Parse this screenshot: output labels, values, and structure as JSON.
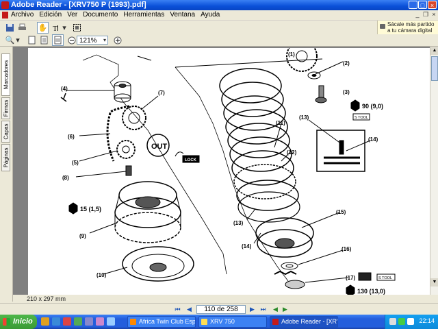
{
  "window": {
    "title": "Adobe Reader - [XRV750 P (1993).pdf]"
  },
  "menu": {
    "items": [
      "Archivo",
      "Edición",
      "Ver",
      "Documento",
      "Herramientas",
      "Ventana",
      "Ayuda"
    ]
  },
  "toolbar": {
    "zoom": "121%"
  },
  "promo": {
    "line1": "Sácale más partido",
    "line2": "a tu cámara digital"
  },
  "sidebar": {
    "tabs": [
      "Marcadores",
      "Firmas",
      "Capas",
      "Páginas"
    ]
  },
  "document": {
    "labels": {
      "l1": "(1)",
      "l2": "(2)",
      "l3": "(3)",
      "l4": "(4)",
      "l5": "(5)",
      "l6": "(6)",
      "l7": "(7)",
      "l8": "(8)",
      "l9": "(9)",
      "l10": "(10)",
      "l11": "(11)",
      "l12": "(12)",
      "l13a": "(13)",
      "l13b": "(13)",
      "l14a": "(14)",
      "l14b": "(14)",
      "l15": "(15)",
      "l16": "(16)",
      "l17": "(17)"
    },
    "out_text": "OUT",
    "lock_text": "LOCK",
    "stool_1": "S TOOL",
    "stool_2": "S TOOL",
    "torque_1": "90 (9,0)",
    "torque_2": "15 (1,5)",
    "torque_3": "130 (13,0)"
  },
  "status": {
    "page_size": "210 x 297 mm",
    "page_indicator": "110 de 258"
  },
  "taskbar": {
    "start": "Inicio",
    "tasks": [
      "Africa Twin Club Espa...",
      "XRV 750",
      "Adobe Reader - [XRV..."
    ],
    "clock": "22:14"
  }
}
